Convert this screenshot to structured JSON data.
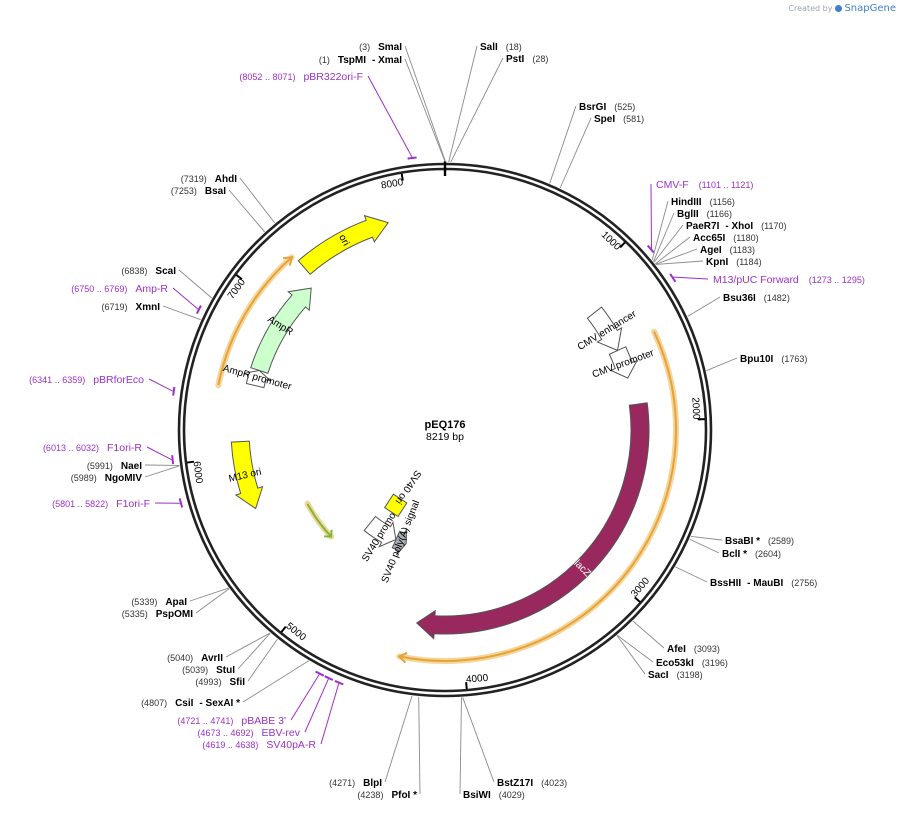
{
  "branding": {
    "created_by": "Created by",
    "product": "SnapGene"
  },
  "plasmid": {
    "name": "pEQ176",
    "size_label": "8219 bp",
    "length": 8219
  },
  "tick_labels": [
    {
      "pos": 1000,
      "label": "1000"
    },
    {
      "pos": 2000,
      "label": "2000"
    },
    {
      "pos": 3000,
      "label": "3000"
    },
    {
      "pos": 4000,
      "label": "4000"
    },
    {
      "pos": 5000,
      "label": "5000"
    },
    {
      "pos": 6000,
      "label": "6000"
    },
    {
      "pos": 7000,
      "label": "7000"
    },
    {
      "pos": 8000,
      "label": "8000"
    }
  ],
  "features": [
    {
      "name": "ori",
      "start": 7285,
      "end": 7869,
      "strand": 1,
      "color": "#ffff00",
      "textColor": "#000000"
    },
    {
      "name": "CMV enhancer",
      "start": 1184,
      "end": 1489,
      "strand": 1,
      "color": "#ffffff",
      "textColor": "#000000"
    },
    {
      "name": "CMV promoter",
      "start": 1490,
      "end": 1693,
      "strand": 1,
      "color": "#ffffff",
      "textColor": "#000000"
    },
    {
      "name": "lacZ",
      "start": 1880,
      "end": 4300,
      "strand": 1,
      "color": "#99285f",
      "textColor": "#ffffff"
    },
    {
      "name": "SV40 poly(A) signal",
      "start": 4540,
      "end": 4660,
      "strand": -1,
      "color": "#a7abb4",
      "textColor": "#000000"
    },
    {
      "name": "SV40 promoter",
      "start": 4661,
      "end": 4995,
      "strand": -1,
      "color": "#ffffff",
      "textColor": "#000000"
    },
    {
      "name": "SV40 ori",
      "start": 4800,
      "end": 4935,
      "strand": 0,
      "color": "#ffff00",
      "textColor": "#000000"
    },
    {
      "name": "M13 ori",
      "start": 5650,
      "end": 6090,
      "strand": -1,
      "color": "#ffff00",
      "textColor": "#000000"
    },
    {
      "name": "AmpR",
      "start": 6570,
      "end": 7230,
      "strand": 1,
      "color": "#ccffcc",
      "textColor": "#000000"
    },
    {
      "name": "AmpR promoter",
      "start": 6465,
      "end": 6570,
      "strand": 1,
      "color": "#ffffff",
      "textColor": "#000000"
    }
  ],
  "orfs": [
    {
      "start": 1480,
      "end": 4370,
      "strand": 1,
      "color": "#e8a23a"
    },
    {
      "start": 6420,
      "end": 7270,
      "strand": 1,
      "color": "#e8a23a"
    },
    {
      "start": 5180,
      "end": 5520,
      "strand": -1,
      "color": "#7db83a"
    }
  ],
  "sites": [
    {
      "name": "TspMI",
      "coord": "(1)",
      "sep": "- XmaI",
      "pos": 1
    },
    {
      "name": "SmaI",
      "coord": "(3)",
      "pos": 3
    },
    {
      "name": "SalI",
      "coord": "(18)",
      "pos": 18
    },
    {
      "name": "PstI",
      "coord": "(28)",
      "pos": 28
    },
    {
      "name": "BsrGI",
      "coord": "(525)",
      "pos": 525
    },
    {
      "name": "SpeI",
      "coord": "(581)",
      "pos": 581
    },
    {
      "name": "HindIII",
      "coord": "(1156)",
      "pos": 1156
    },
    {
      "name": "BglII",
      "coord": "(1166)",
      "pos": 1166
    },
    {
      "name": "PaeR7I",
      "sep": "- XhoI",
      "coord": "(1170)",
      "pos": 1170
    },
    {
      "name": "Acc65I",
      "coord": "(1180)",
      "pos": 1180
    },
    {
      "name": "AgeI",
      "coord": "(1183)",
      "pos": 1183
    },
    {
      "name": "KpnI",
      "coord": "(1184)",
      "pos": 1184
    },
    {
      "name": "Bsu36I",
      "coord": "(1482)",
      "pos": 1482
    },
    {
      "name": "Bpu10I",
      "coord": "(1763)",
      "pos": 1763
    },
    {
      "name": "BsaBI *",
      "coord": "(2589)",
      "pos": 2589
    },
    {
      "name": "BclI *",
      "coord": "(2604)",
      "pos": 2604
    },
    {
      "name": "BssHII",
      "sep": "- MauBI",
      "coord": "(2756)",
      "pos": 2756
    },
    {
      "name": "AfeI",
      "coord": "(3093)",
      "pos": 3093
    },
    {
      "name": "Eco53kI",
      "coord": "(3196)",
      "pos": 3196
    },
    {
      "name": "SacI",
      "coord": "(3198)",
      "pos": 3198
    },
    {
      "name": "BstZ17I",
      "coord": "(4023)",
      "pos": 4023
    },
    {
      "name": "BsiWI",
      "coord": "(4029)",
      "pos": 4029
    },
    {
      "name": "BlpI",
      "coord": "(4271)",
      "pos": 4271
    },
    {
      "name": "PfoI *",
      "coord": "(4238)",
      "pos": 4238
    },
    {
      "name": "CsiI",
      "sep": "- SexAI *",
      "coord": "(4807)",
      "pos": 4807
    },
    {
      "name": "SfiI",
      "coord": "(4993)",
      "pos": 4993
    },
    {
      "name": "StuI",
      "coord": "(5039)",
      "pos": 5039
    },
    {
      "name": "AvrII",
      "coord": "(5040)",
      "pos": 5040
    },
    {
      "name": "PspOMI",
      "coord": "(5335)",
      "pos": 5335
    },
    {
      "name": "ApaI",
      "coord": "(5339)",
      "pos": 5339
    },
    {
      "name": "NgoMIV",
      "coord": "(5989)",
      "pos": 5989
    },
    {
      "name": "NaeI",
      "coord": "(5991)",
      "pos": 5991
    },
    {
      "name": "XmnI",
      "coord": "(6719)",
      "pos": 6719
    },
    {
      "name": "ScaI",
      "coord": "(6838)",
      "pos": 6838
    },
    {
      "name": "BsaI",
      "coord": "(7253)",
      "pos": 7253
    },
    {
      "name": "AhdI",
      "coord": "(7319)",
      "pos": 7319
    }
  ],
  "primers": [
    {
      "name": "pBR322ori-F",
      "range": "(8052 .. 8071)",
      "start": 8052,
      "end": 8071
    },
    {
      "name": "CMV-F",
      "range": "(1101 .. 1121)",
      "start": 1101,
      "end": 1121
    },
    {
      "name": "M13/pUC Forward",
      "range": "(1273 .. 1295)",
      "start": 1273,
      "end": 1295
    },
    {
      "name": "pBABE 3'",
      "range": "(4721 .. 4741)",
      "start": 4721,
      "end": 4741
    },
    {
      "name": "EBV-rev",
      "range": "(4673 .. 4692)",
      "start": 4673,
      "end": 4692
    },
    {
      "name": "SV40pA-R",
      "range": "(4619 .. 4638)",
      "start": 4619,
      "end": 4638
    },
    {
      "name": "F1ori-F",
      "range": "(5801 .. 5822)",
      "start": 5801,
      "end": 5822
    },
    {
      "name": "F1ori-R",
      "range": "(6013 .. 6032)",
      "start": 6013,
      "end": 6032
    },
    {
      "name": "pBRforEco",
      "range": "(6341 .. 6359)",
      "start": 6341,
      "end": 6359
    },
    {
      "name": "Amp-R",
      "range": "(6750 .. 6769)",
      "start": 6750,
      "end": 6769
    }
  ],
  "colors": {
    "primer": "#9b30c9",
    "backbone": "#222222",
    "label": "#000000",
    "coord": "#333333"
  }
}
